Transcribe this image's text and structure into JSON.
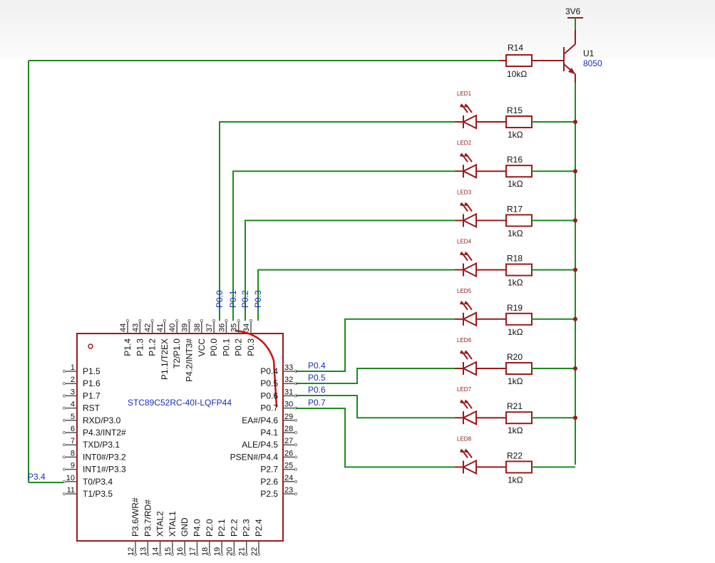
{
  "supply": {
    "label": "3V6"
  },
  "transistor": {
    "ref": "U1",
    "value": "8050"
  },
  "base_resistor": {
    "ref": "R14",
    "value": "10kΩ"
  },
  "led_rows": [
    {
      "led": "LED1",
      "res": "R15",
      "val": "1kΩ",
      "net": "P0.0"
    },
    {
      "led": "LED2",
      "res": "R16",
      "val": "1kΩ",
      "net": "P0.1"
    },
    {
      "led": "LED3",
      "res": "R17",
      "val": "1kΩ",
      "net": "P0.2"
    },
    {
      "led": "LED4",
      "res": "R18",
      "val": "1kΩ",
      "net": "P0.3"
    },
    {
      "led": "LED5",
      "res": "R19",
      "val": "1kΩ",
      "net": "P0.4"
    },
    {
      "led": "LED6",
      "res": "R20",
      "val": "1kΩ",
      "net": "P0.5"
    },
    {
      "led": "LED7",
      "res": "R21",
      "val": "1kΩ",
      "net": "P0.6"
    },
    {
      "led": "LED8",
      "res": "R22",
      "val": "1kΩ",
      "net": "P0.7"
    }
  ],
  "chip": {
    "name": "STC89C52RC-40I-LQFP44",
    "left_pins": [
      {
        "n": "1",
        "label": "P1.5"
      },
      {
        "n": "2",
        "label": "P1.6"
      },
      {
        "n": "3",
        "label": "P1.7"
      },
      {
        "n": "4",
        "label": "RST"
      },
      {
        "n": "5",
        "label": "RXD/P3.0"
      },
      {
        "n": "6",
        "label": "P4.3/INT2#"
      },
      {
        "n": "7",
        "label": "TXD/P3.1"
      },
      {
        "n": "8",
        "label": "INT0#/P3.2"
      },
      {
        "n": "9",
        "label": "INT1#/P3.3"
      },
      {
        "n": "10",
        "label": "T0/P3.4"
      },
      {
        "n": "11",
        "label": "T1/P3.5"
      }
    ],
    "right_pins": [
      {
        "n": "33",
        "label": "P0.4"
      },
      {
        "n": "32",
        "label": "P0.5"
      },
      {
        "n": "31",
        "label": "P0.6"
      },
      {
        "n": "30",
        "label": "P0.7"
      },
      {
        "n": "29",
        "label": "EA#/P4.6"
      },
      {
        "n": "28",
        "label": "P4.1"
      },
      {
        "n": "27",
        "label": "ALE/P4.5"
      },
      {
        "n": "26",
        "label": "PSEN#/P4.4"
      },
      {
        "n": "25",
        "label": "P2.7"
      },
      {
        "n": "24",
        "label": "P2.6"
      },
      {
        "n": "23",
        "label": "P2.5"
      }
    ],
    "top_pins": [
      {
        "n": "44",
        "label": "P1.4"
      },
      {
        "n": "43",
        "label": "P1.3"
      },
      {
        "n": "42",
        "label": "P1.2"
      },
      {
        "n": "41",
        "label": "P1.1/T2EX"
      },
      {
        "n": "40",
        "label": "T2/P1.0"
      },
      {
        "n": "39",
        "label": "P4.2/INT3#"
      },
      {
        "n": "38",
        "label": "VCC"
      },
      {
        "n": "37",
        "label": "P0.0"
      },
      {
        "n": "36",
        "label": "P0.1"
      },
      {
        "n": "35",
        "label": "P0.2"
      },
      {
        "n": "34",
        "label": "P0.3"
      }
    ],
    "bottom_pins": [
      {
        "n": "12",
        "label": "P3.6/WR#"
      },
      {
        "n": "13",
        "label": "P3.7/RD#"
      },
      {
        "n": "14",
        "label": "XTAL2"
      },
      {
        "n": "15",
        "label": "XTAL1"
      },
      {
        "n": "16",
        "label": "GND"
      },
      {
        "n": "17",
        "label": "P4.0"
      },
      {
        "n": "18",
        "label": "P2.0"
      },
      {
        "n": "19",
        "label": "P2.1"
      },
      {
        "n": "20",
        "label": "P2.2"
      },
      {
        "n": "21",
        "label": "P2.3"
      },
      {
        "n": "22",
        "label": "P2.4"
      }
    ]
  },
  "net_p34": "P3.4",
  "colors": {
    "wire": "#1f8a1f",
    "component": "#9b1b1b",
    "net_label": "#1a2fb8"
  }
}
